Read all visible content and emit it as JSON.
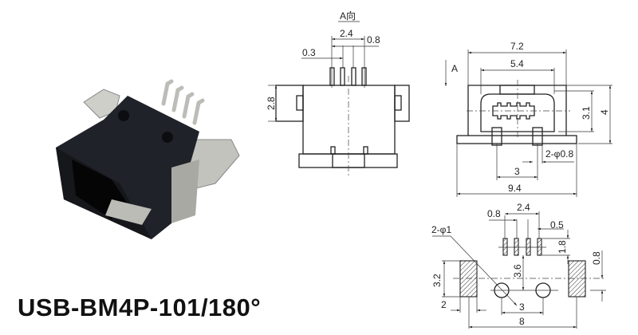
{
  "title": "USB-BM4P-101/180°",
  "side_view": {
    "view_label": "A向",
    "pitch_total": "2.4",
    "pitch": "0.8",
    "pin_width": "0.3",
    "height": "2.8"
  },
  "front_view": {
    "arrow_label": "A",
    "outer_width": "7.2",
    "inner_width": "5.4",
    "inner_height": "3.1",
    "total_height": "4",
    "peg_spec": "2-φ0.8",
    "peg_spacing": "3",
    "flange_width": "9.4"
  },
  "footprint": {
    "pitch": "0.8",
    "pitch_total": "2.4",
    "pad_width": "0.5",
    "pad_length": "1.8",
    "hole_spec": "2-φ1",
    "pad_offset": "3.6",
    "tab_height": "3.2",
    "tab_offset": "0.8",
    "tab_width": "2",
    "hole_spacing": "3",
    "tab_spacing": "8"
  },
  "colors": {
    "line": "#222222",
    "housing": "#1c1f24",
    "metal": "#c9c9c4"
  }
}
